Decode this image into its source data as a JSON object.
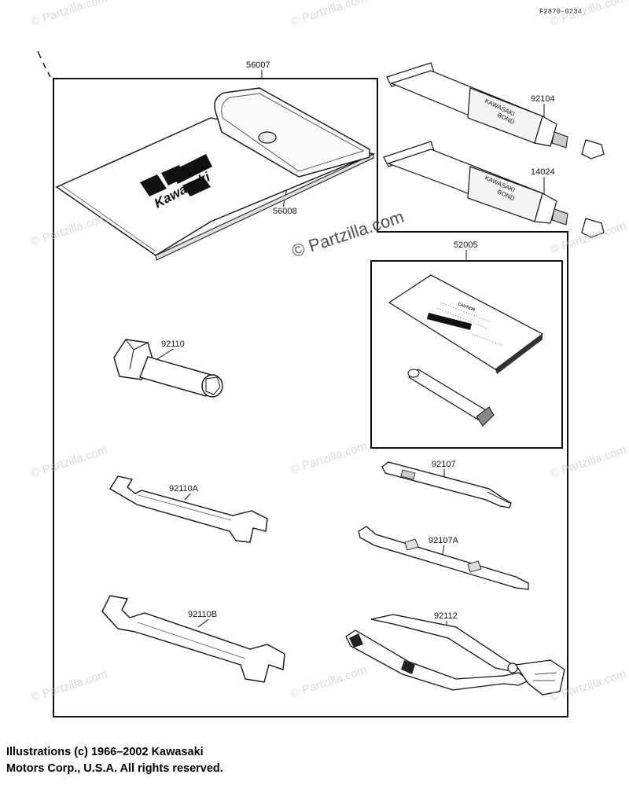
{
  "reference_code": "F2870-0234",
  "parts": [
    {
      "id": "p56007",
      "number": "56007"
    },
    {
      "id": "p56008",
      "number": "56008"
    },
    {
      "id": "p92104",
      "number": "92104"
    },
    {
      "id": "p14024",
      "number": "14024"
    },
    {
      "id": "p52005",
      "number": "52005"
    },
    {
      "id": "p92110",
      "number": "92110"
    },
    {
      "id": "p92110A",
      "number": "92110A"
    },
    {
      "id": "p92110B",
      "number": "92110B"
    },
    {
      "id": "p92107",
      "number": "92107"
    },
    {
      "id": "p92107A",
      "number": "92107A"
    },
    {
      "id": "p92112",
      "number": "92112"
    }
  ],
  "tool_bag_logo_text": "Kawasaki",
  "tube_text": {
    "line1": "KAWASAKI",
    "line2": "BOND"
  },
  "caution_card_text": "CAUTION",
  "watermark": {
    "text": "© Partzilla.com"
  },
  "copyright": {
    "line1": "Illustrations (c) 1966–2002 Kawasaki",
    "line2": "Motors Corp., U.S.A.  All rights reserved."
  }
}
